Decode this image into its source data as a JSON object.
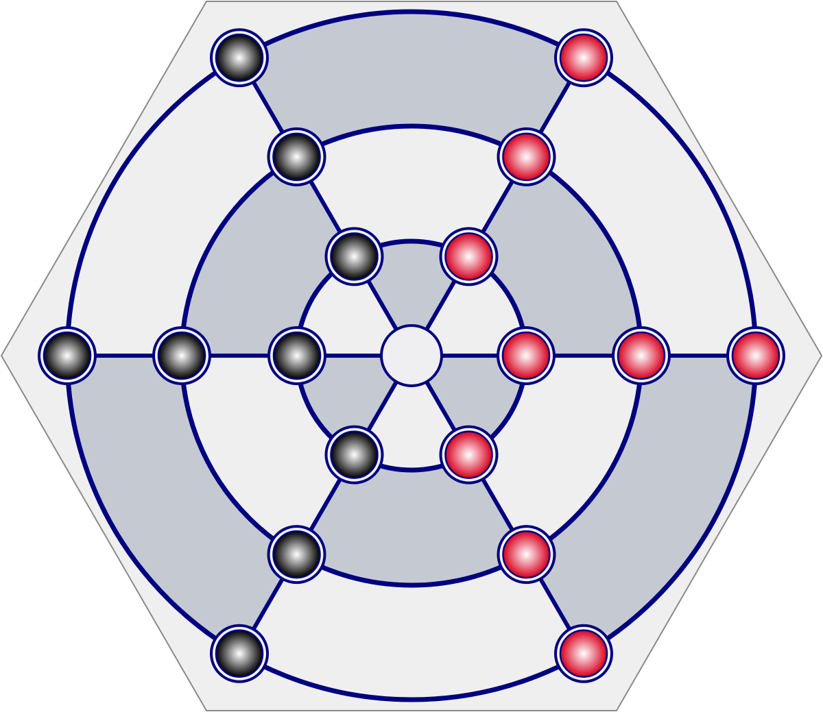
{
  "board": {
    "name": "hexagonal-ring-board",
    "rings": 3,
    "spokes": 6,
    "colors": {
      "board_background": "#efefef",
      "board_border": "#8a8a8a",
      "line": "#000080",
      "shaded_sector": "#c5cad2",
      "piece_outline": "#000080",
      "piece_ring": "#f2f2f2",
      "center_point": "#efeff1"
    }
  },
  "players": [
    {
      "side": "left",
      "color_name": "black",
      "base_color": "#000000",
      "highlight_color": "#ffffff"
    },
    {
      "side": "right",
      "color_name": "red",
      "base_color": "#d8001e",
      "highlight_color": "#ffffff"
    }
  ],
  "pieces": [
    {
      "owner": "black",
      "spoke": 240,
      "ring": 3
    },
    {
      "owner": "black",
      "spoke": 240,
      "ring": 2
    },
    {
      "owner": "black",
      "spoke": 240,
      "ring": 1
    },
    {
      "owner": "black",
      "spoke": 180,
      "ring": 3
    },
    {
      "owner": "black",
      "spoke": 180,
      "ring": 2
    },
    {
      "owner": "black",
      "spoke": 180,
      "ring": 1
    },
    {
      "owner": "black",
      "spoke": 120,
      "ring": 1
    },
    {
      "owner": "black",
      "spoke": 120,
      "ring": 2
    },
    {
      "owner": "black",
      "spoke": 120,
      "ring": 3
    },
    {
      "owner": "red",
      "spoke": 300,
      "ring": 3
    },
    {
      "owner": "red",
      "spoke": 300,
      "ring": 2
    },
    {
      "owner": "red",
      "spoke": 300,
      "ring": 1
    },
    {
      "owner": "red",
      "spoke": 0,
      "ring": 1
    },
    {
      "owner": "red",
      "spoke": 0,
      "ring": 2
    },
    {
      "owner": "red",
      "spoke": 0,
      "ring": 3
    },
    {
      "owner": "red",
      "spoke": 60,
      "ring": 1
    },
    {
      "owner": "red",
      "spoke": 60,
      "ring": 2
    },
    {
      "owner": "red",
      "spoke": 60,
      "ring": 3
    }
  ],
  "center": {
    "occupied": false
  }
}
